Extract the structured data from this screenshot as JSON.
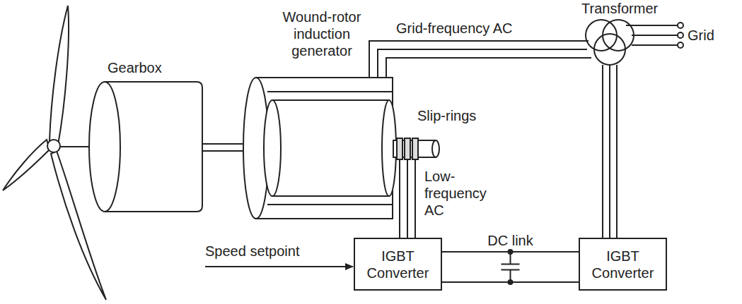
{
  "diagram": {
    "nodes": [
      {
        "text": [
          "IGBT Converter"
        ]
      },
      {
        "text": [
          "IGBT Converter"
        ]
      }
    ],
    "edges": [
      {
        "from": 0,
        "to": 1,
        "label": "DC link",
        "arrow": "none"
      }
    ],
    "labels": [
      "Gearbox",
      "Wound-rotor induction generator",
      "Grid-frequency AC",
      "Transformer",
      "Grid",
      "Slip-rings",
      "Low-frequency AC",
      "Speed setpoint"
    ]
  }
}
